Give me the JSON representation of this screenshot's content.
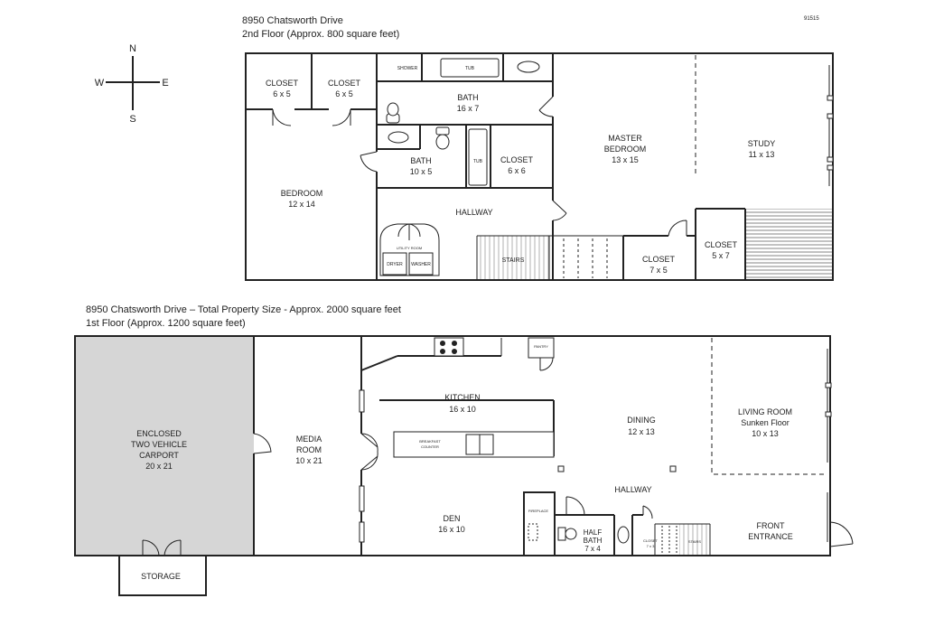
{
  "headers": {
    "floor2_address": "8950 Chatsworth Drive",
    "floor2_size": "2nd Floor (Approx. 800 square feet)",
    "floor1_address": "8950 Chatsworth Drive – Total Property Size  - Approx. 2000 square feet",
    "floor1_size": "1st Floor  (Approx. 1200 square feet)",
    "code": "91515"
  },
  "compass": {
    "n": "N",
    "s": "S",
    "e": "E",
    "w": "W"
  },
  "floor2": {
    "closet_a": {
      "name": "CLOSET",
      "dims": "6 x 5"
    },
    "closet_b": {
      "name": "CLOSET",
      "dims": "6 x 5"
    },
    "shower": "SHOWER",
    "tub_top": "TUB",
    "bath_top": {
      "name": "BATH",
      "dims": "16 x 7"
    },
    "bath_small": {
      "name": "BATH",
      "dims": "10 x 5"
    },
    "tub_small": "TUB",
    "closet_mid": {
      "name": "CLOSET",
      "dims": "6 x 6"
    },
    "master": {
      "name_1": "MASTER",
      "name_2": "BEDROOM",
      "dims": "13 x 15"
    },
    "study": {
      "name": "STUDY",
      "dims": "11 x 13"
    },
    "bedroom": {
      "name": "BEDROOM",
      "dims": "12 x 14"
    },
    "hallway": "HALLWAY",
    "utility": "UTILITY ROOM",
    "dryer": "DRYER",
    "washer": "WASHER",
    "stairs": "STAIRS",
    "closet_lower": {
      "name": "CLOSET",
      "dims": "7 x 5"
    },
    "closet_right": {
      "name": "CLOSET",
      "dims": "5 x 7"
    }
  },
  "floor1": {
    "carport": {
      "line1": "ENCLOSED",
      "line2": "TWO VEHICLE",
      "line3": "CARPORT",
      "dims": "20 x 21"
    },
    "storage": "STORAGE",
    "media": {
      "line1": "MEDIA",
      "line2": "ROOM",
      "dims": "10 x 21"
    },
    "pantry": "PANTRY",
    "kitchen": {
      "name": "KITCHEN",
      "dims": "16 x 10"
    },
    "counter": {
      "line1": "BREAKFAST",
      "line2": "COUNTER"
    },
    "dining": {
      "name": "DINING",
      "dims": "12 x 13"
    },
    "living": {
      "line1": "LIVING ROOM",
      "line2": "Sunken Floor",
      "dims": "10 x 13"
    },
    "hallway": "HALLWAY",
    "den": {
      "name": "DEN",
      "dims": "16 x 10"
    },
    "fireplace": "FIREPLACE",
    "halfbath": {
      "line1": "HALF",
      "line2": "BATH",
      "dims": "7 x 4"
    },
    "closet": {
      "name": "CLOSET",
      "dims": "7 x 3"
    },
    "stairs": "STAIRS",
    "entrance": {
      "line1": "FRONT",
      "line2": "ENTRANCE"
    }
  }
}
